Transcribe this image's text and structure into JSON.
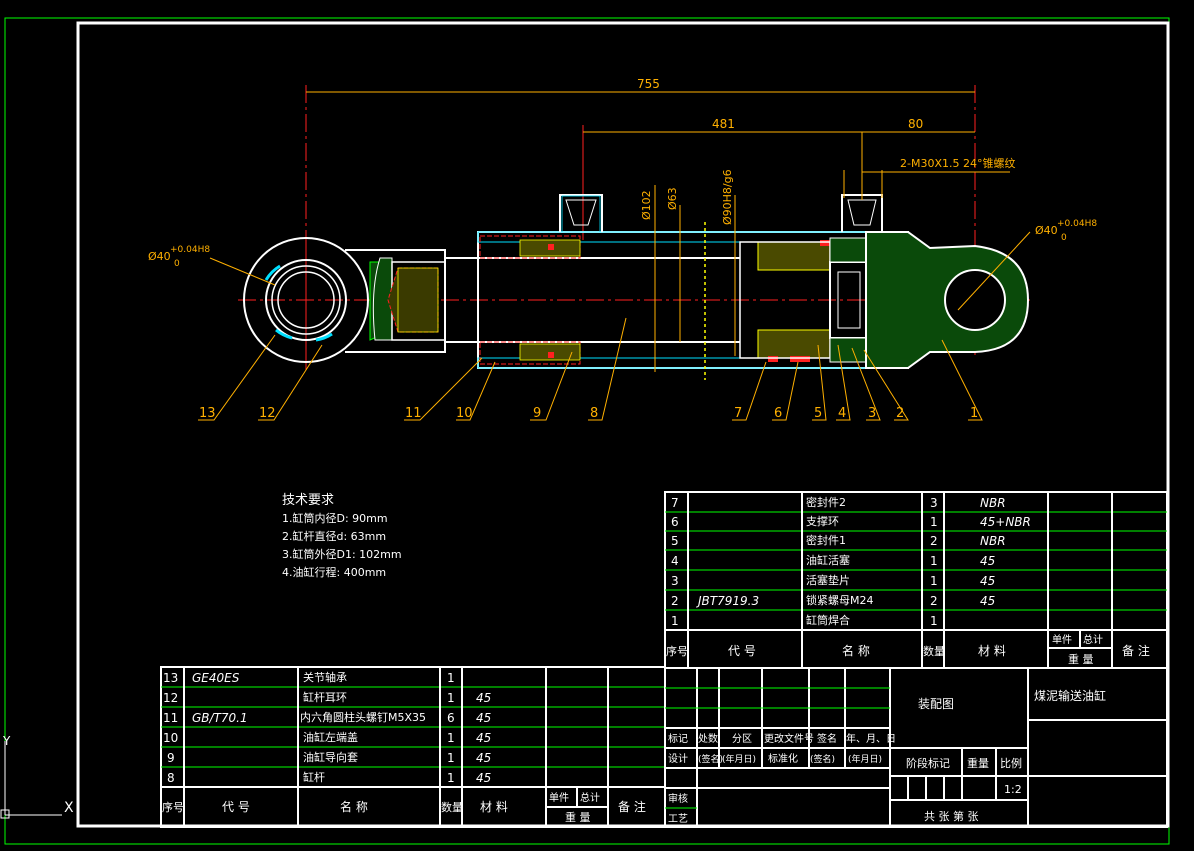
{
  "drawing": {
    "dimensions": {
      "overall": "755",
      "mid": "481",
      "right": "80",
      "thread": "2-M30X1.5 24°锥螺纹",
      "d_outer": "Ø102",
      "d_rod": "Ø63",
      "d_bore": "Ø90H8/g6",
      "pin_left": "Ø40",
      "pin_left_tol_upper": "+0.04H8",
      "pin_left_tol_lower": "0",
      "pin_right": "Ø40",
      "pin_right_tol_upper": "+0.04H8",
      "pin_right_tol_lower": "0"
    },
    "balloons": [
      "13",
      "12",
      "11",
      "10",
      "9",
      "8",
      "7",
      "6",
      "5",
      "4",
      "3",
      "2",
      "1"
    ]
  },
  "tech_req": {
    "title": "技术要求",
    "items": [
      "1.缸筒内径D: 90mm",
      "2.缸杆直径d: 63mm",
      "3.缸筒外径D1: 102mm",
      "4.油缸行程: 400mm"
    ]
  },
  "bom_right": {
    "rows": [
      {
        "no": "7",
        "code": "",
        "name": "密封件2",
        "qty": "3",
        "mat": "NBR"
      },
      {
        "no": "6",
        "code": "",
        "name": "支撑环",
        "qty": "1",
        "mat": "45+NBR"
      },
      {
        "no": "5",
        "code": "",
        "name": "密封件1",
        "qty": "2",
        "mat": "NBR"
      },
      {
        "no": "4",
        "code": "",
        "name": "油缸活塞",
        "qty": "1",
        "mat": "45"
      },
      {
        "no": "3",
        "code": "",
        "name": "活塞垫片",
        "qty": "1",
        "mat": "45"
      },
      {
        "no": "2",
        "code": "JBT7919.3",
        "name": "锁紧螺母M24",
        "qty": "2",
        "mat": "45"
      },
      {
        "no": "1",
        "code": "",
        "name": "缸筒焊合",
        "qty": "1",
        "mat": ""
      }
    ],
    "header": {
      "no": "序号",
      "code": "代 号",
      "name": "名 称",
      "qty": "数量",
      "mat": "材 料",
      "unit": "单件",
      "total": "总计",
      "weight": "重 量",
      "note": "备 注"
    }
  },
  "bom_left": {
    "rows": [
      {
        "no": "13",
        "code": "GE40ES",
        "name": "关节轴承",
        "qty": "1",
        "mat": ""
      },
      {
        "no": "12",
        "code": "",
        "name": "缸杆耳环",
        "qty": "1",
        "mat": "45"
      },
      {
        "no": "11",
        "code": "GB/T70.1",
        "name": "内六角圆柱头螺钉M5X35",
        "qty": "6",
        "mat": "45"
      },
      {
        "no": "10",
        "code": "",
        "name": "油缸左端盖",
        "qty": "1",
        "mat": "45"
      },
      {
        "no": "9",
        "code": "",
        "name": "油缸导向套",
        "qty": "1",
        "mat": "45"
      },
      {
        "no": "8",
        "code": "",
        "name": "缸杆",
        "qty": "1",
        "mat": "45"
      }
    ],
    "header": {
      "no": "序号",
      "code": "代 号",
      "name": "名 称",
      "qty": "数量",
      "mat": "材 料",
      "unit": "单件",
      "total": "总计",
      "weight": "重 量",
      "note": "备 注"
    }
  },
  "title_block": {
    "drawing_name": "装配图",
    "product": "煤泥输送油缸",
    "rev_row1": [
      "标记",
      "处数",
      "分区",
      "更改文件号",
      "签名",
      "年、月、日"
    ],
    "rev_row2": [
      "设计",
      "(签名)",
      "(年月日)",
      "标准化",
      "(签名)",
      "(年月日)"
    ],
    "review": "审核",
    "process": "工艺",
    "stage_mark": "阶段标记",
    "weight": "重量",
    "scale_label": "比例",
    "scale": "1:2",
    "sheets": "共 张 第 张"
  },
  "ucs": {
    "y": "Y",
    "x": "X"
  }
}
